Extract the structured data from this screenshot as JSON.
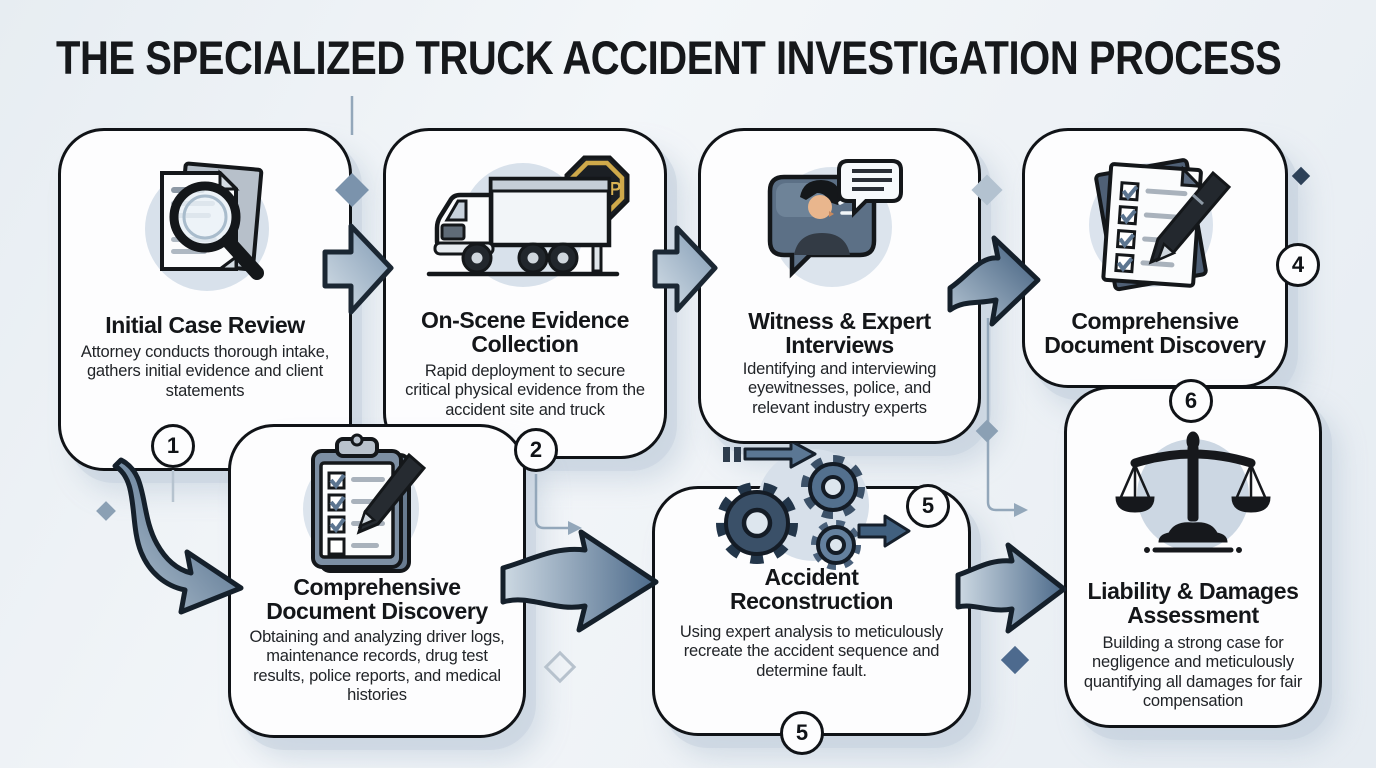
{
  "title": "THE SPECIALIZED TRUCK ACCIDENT INVESTIGATION PROCESS",
  "steps": [
    {
      "number": "1",
      "title": "Initial Case Review",
      "description": "Attorney conducts thorough intake, gathers initial evidence and client statements",
      "icon": "document-magnifier-icon"
    },
    {
      "number": "2",
      "title": "On-Scene Evidence Collection",
      "description": "Rapid deployment to secure critical physical evidence from the accident site and truck",
      "icon": "truck-stop-sign-icon"
    },
    {
      "number": "",
      "title": "Witness & Expert Interviews",
      "description": "Identifying and interviewing eyewitnesses, police, and relevant industry experts",
      "icon": "speech-interview-icon"
    },
    {
      "number": "4",
      "title": "Comprehensive Document Discovery",
      "description": "",
      "icon": "checklist-documents-icon"
    },
    {
      "number": "",
      "title": "Comprehensive Document Discovery",
      "description": "Obtaining and analyzing driver logs, maintenance records, drug test results, police reports, and medical histories",
      "icon": "clipboard-checklist-icon"
    },
    {
      "number": "5",
      "title": "Accident Reconstruction",
      "description": "Using expert analysis to meticulously recreate the accident sequence and determine fault.",
      "icon": "gears-icon"
    },
    {
      "number": "6",
      "title": "Liability & Damages Assessment",
      "description": "Building a strong case for negligence and meticulously quantifying all damages for fair compensation",
      "icon": "justice-scales-icon"
    }
  ],
  "stop_sign": {
    "label": "STOP"
  },
  "colors": {
    "background": "#edf1f5",
    "card_fill": "#fdfdfe",
    "card_border": "#101317",
    "arrow_steel_dark": "#3f5d7d",
    "arrow_steel_light": "#d4dee7",
    "accent_slate": "#5c7690",
    "icon_circle": "#d8e1eb",
    "stop_sign_gold": "#cfa94a",
    "text_primary": "#141619",
    "text_secondary": "#212428"
  }
}
